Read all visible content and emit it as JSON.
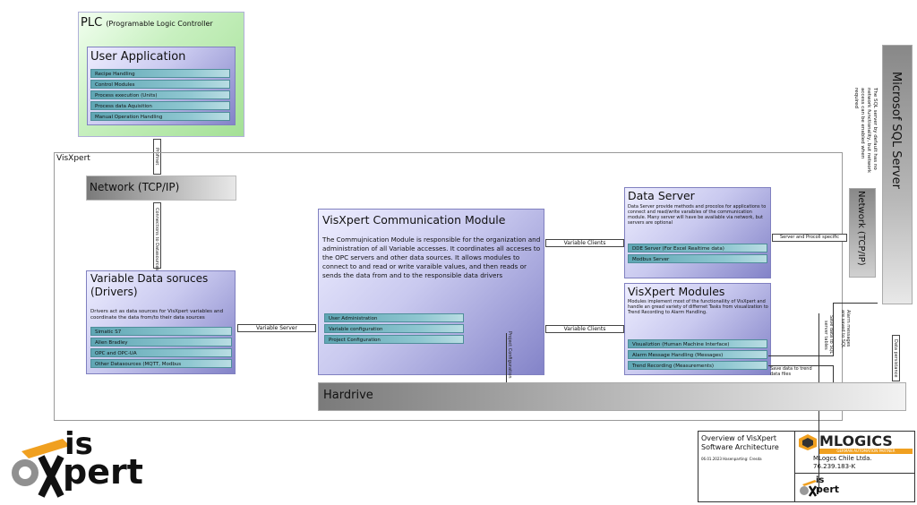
{
  "plc": {
    "title": "PLC",
    "subtitle": "(Programable Logic Controller",
    "user_app": {
      "title": "User Application",
      "items": [
        "Recipe Handling",
        "Control Modules",
        "Process execution (Units)",
        "Process data Aquisition",
        "Manual Operation Handling"
      ]
    },
    "link_label": "Profinet"
  },
  "visxpert": {
    "label": "VisXpert",
    "network": "Network (TCP/IP)",
    "network_link": "Connections to Datasources",
    "drivers": {
      "title": "Variable Data soruces (Drivers)",
      "desc": "Drivers act as data sources for VisXpert variables and coordinate the data from/to their data sources",
      "items": [
        "Simatic S7",
        "Allen Bradley",
        "OPC and OPC-UA",
        "Other Datasources (MQTT, Modbus"
      ]
    },
    "variable_server": "Variable Server",
    "comm": {
      "title": "VisXpert Communication Module",
      "desc": "The Commujnication Module is responsible for the organization and administration of all Variable accesses. It coordinates all acceses to the OPC servers and other data sources. It allows modules to connect to and read or write varaible values, and then reads or sends the data from and to the responsible data drivers",
      "items": [
        "User Administration",
        "Variable configuration",
        "Project Configuration"
      ],
      "project_config_link": "Project Configuration"
    },
    "variable_clients_top": "Variable Clients",
    "variable_clients_bottom": "Variable Clients",
    "data_server": {
      "title": "Data Server",
      "desc": "Data Server provide methods and procolos for applications to connect and read/write varaibles of the communication module. Many server will have be available via network, but servers are optional",
      "items": [
        "DDE Server (For Excel Realtime data)",
        "Modbus Server"
      ]
    },
    "server_link": "Server and Procoll specific",
    "modules": {
      "title": "VisXpert Modules",
      "desc": "Modules implement most of the functionaility of VisXpert and handle an gread variety of differnet Tasks from visualization to Trend Recording to Alarm Handling.",
      "items": [
        "Visualiztion (Human Machine Interface)",
        "Alarm Message Handling (Messages)",
        "Trend Recording (Measurements)"
      ]
    },
    "save_sql": "Save data to SQL server tables",
    "alarm_sql": "Alarm messages are saved to SQL",
    "save_trend": "Save data to trend data files",
    "hardrive": "Hardrive",
    "data_persistance": "Data persistance"
  },
  "sql": {
    "title": "Microsof SQL Server",
    "network": "Network (TCP/IP)",
    "note": "The SQL server by default has no network functionality, but network access can be enabled when required"
  },
  "logo": {
    "text_is": "is",
    "text_pert": "pert"
  },
  "footer": {
    "doc_title": "Overview of VisXpert Software Architecture",
    "date": "06.01.2023 Hasenparting: Cresda",
    "company": "MLogcs Chile Ltda.",
    "rut": "76.239.183-K",
    "mlogics_brand": "MLOGICS",
    "mlogics_tag": "GERMAN AUTOMATION PARTNER"
  },
  "colors": {
    "green": "#c8f0c0",
    "purple": "#8383c8",
    "teal": "#5fa6b4",
    "orange": "#f0a020"
  }
}
